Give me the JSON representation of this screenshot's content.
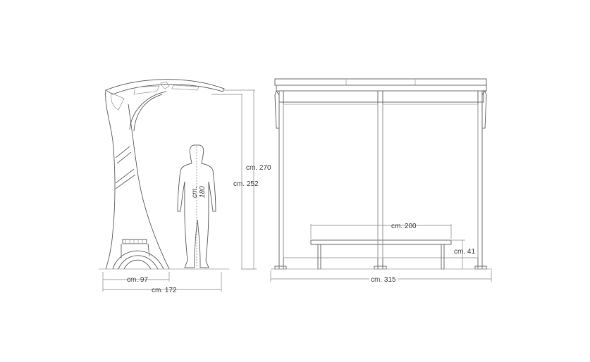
{
  "dimensions": {
    "side_depth_inner": "cm. 97",
    "side_depth_total": "cm. 172",
    "height_total": "cm. 270",
    "height_inner": "cm. 252",
    "person_height_line1": "cm.",
    "person_height_line2": "180",
    "bench_length": "cm. 200",
    "bench_height": "cm. 41",
    "front_width": "cm. 315"
  },
  "colors": {
    "line": "#6f6f6f",
    "dimension": "#8a8a8a",
    "text": "#444444",
    "background": "#ffffff"
  }
}
